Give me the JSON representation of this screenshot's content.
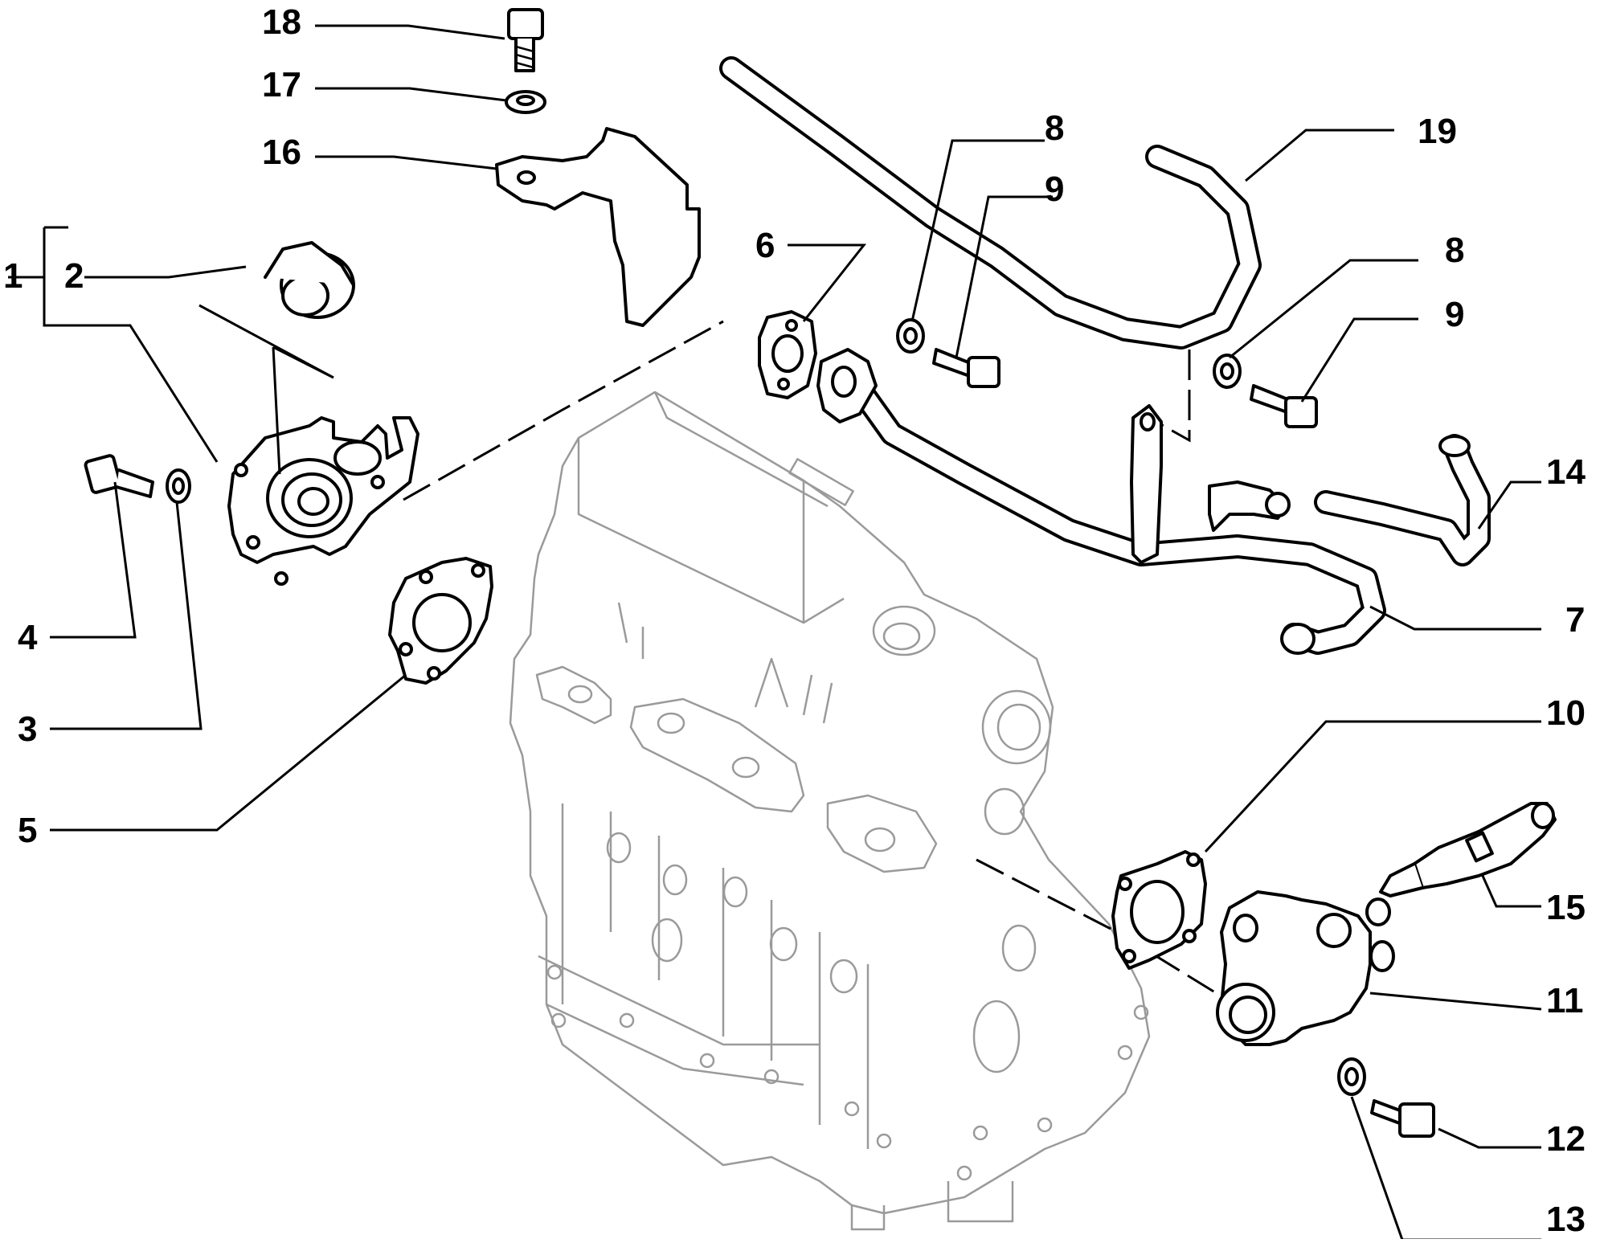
{
  "callouts": [
    {
      "id": "1",
      "text": "1"
    },
    {
      "id": "2",
      "text": "2"
    },
    {
      "id": "3",
      "text": "3"
    },
    {
      "id": "4",
      "text": "4"
    },
    {
      "id": "5",
      "text": "5"
    },
    {
      "id": "6",
      "text": "6"
    },
    {
      "id": "7",
      "text": "7"
    },
    {
      "id": "8a",
      "text": "8"
    },
    {
      "id": "8b",
      "text": "8"
    },
    {
      "id": "9a",
      "text": "9"
    },
    {
      "id": "9b",
      "text": "9"
    },
    {
      "id": "10",
      "text": "10"
    },
    {
      "id": "11",
      "text": "11"
    },
    {
      "id": "12",
      "text": "12"
    },
    {
      "id": "13",
      "text": "13"
    },
    {
      "id": "14",
      "text": "14"
    },
    {
      "id": "15",
      "text": "15"
    },
    {
      "id": "16",
      "text": "16"
    },
    {
      "id": "17",
      "text": "17"
    },
    {
      "id": "18",
      "text": "18"
    },
    {
      "id": "19",
      "text": "19"
    }
  ],
  "colors": {
    "line": "#000000",
    "engine_outline": "#9a9a9a",
    "background": "#ffffff"
  }
}
